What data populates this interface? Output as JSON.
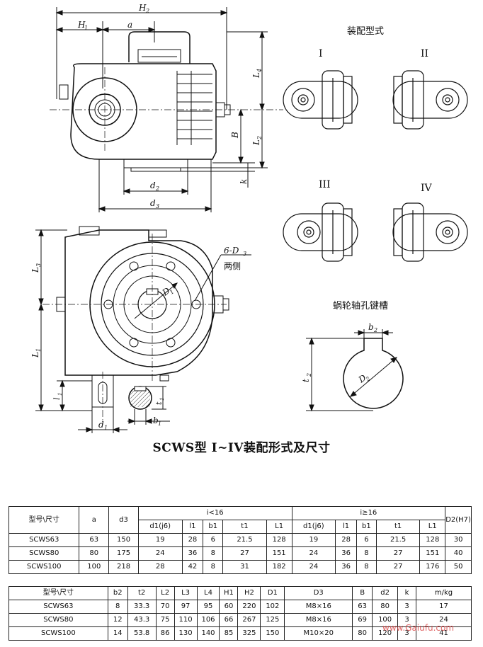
{
  "labels": {
    "assembly_heading": "装配型式",
    "keyway_heading": "蜗轮轴孔键槽",
    "two_sides": "两侧",
    "bolt_holes": "6-D",
    "bolt_holes_sub": "3",
    "roman": [
      "I",
      "II",
      "III",
      "IV"
    ],
    "dims_top": {
      "H2": "H",
      "H2_sub": "2",
      "H1": "H",
      "H1_sub": "1",
      "a": "a",
      "L4": "L",
      "L4_sub": "4",
      "B": "B",
      "L2": "L",
      "L2_sub": "2",
      "k": "k",
      "d2": "d",
      "d2_sub": "2",
      "d3": "d",
      "d3_sub": "3"
    },
    "dims_side": {
      "L3": "L",
      "L3_sub": "3",
      "L1": "L",
      "L1_sub": "1",
      "l1": "l",
      "l1_sub": "1",
      "t1": "t",
      "t1_sub": "1",
      "b1": "b",
      "b1_sub": "1",
      "d1": "d",
      "d1_sub": "1",
      "D1": "D",
      "D1_sub": "1"
    },
    "dims_key": {
      "b2": "b",
      "b2_sub": "2",
      "t2": "t",
      "t2_sub": "2",
      "D2": "D",
      "D2_sub": "2"
    }
  },
  "caption": "SCWS型 I~IV装配形式及尺寸",
  "table1": {
    "h_model": "型号\\尺寸",
    "h_a": "a",
    "h_d3": "d3",
    "h_group1": "i<16",
    "h_group2": "i≥16",
    "h_d2": "D2(H7)",
    "sub": [
      "d1(j6)",
      "l1",
      "b1",
      "t1",
      "L1"
    ],
    "rows": [
      {
        "model": "SCWS63",
        "a": "63",
        "d3": "150",
        "g1": [
          "19",
          "28",
          "6",
          "21.5",
          "128"
        ],
        "g2": [
          "19",
          "28",
          "6",
          "21.5",
          "128"
        ],
        "d2": "30"
      },
      {
        "model": "SCWS80",
        "a": "80",
        "d3": "175",
        "g1": [
          "24",
          "36",
          "8",
          "27",
          "151"
        ],
        "g2": [
          "24",
          "36",
          "8",
          "27",
          "151"
        ],
        "d2": "40"
      },
      {
        "model": "SCWS100",
        "a": "100",
        "d3": "218",
        "g1": [
          "28",
          "42",
          "8",
          "31",
          "182"
        ],
        "g2": [
          "24",
          "36",
          "8",
          "27",
          "176"
        ],
        "d2": "50"
      }
    ]
  },
  "table2": {
    "headers": [
      "型号\\尺寸",
      "b2",
      "t2",
      "L2",
      "L3",
      "L4",
      "H1",
      "H2",
      "D1",
      "D3",
      "B",
      "d2",
      "k",
      "m/kg"
    ],
    "rows": [
      [
        "SCWS63",
        "8",
        "33.3",
        "70",
        "97",
        "95",
        "60",
        "220",
        "102",
        "M8×16",
        "63",
        "80",
        "3",
        "17"
      ],
      [
        "SCWS80",
        "12",
        "43.3",
        "75",
        "110",
        "106",
        "66",
        "267",
        "125",
        "M8×16",
        "69",
        "100",
        "3",
        "24"
      ],
      [
        "SCWS100",
        "14",
        "53.8",
        "86",
        "130",
        "140",
        "85",
        "325",
        "150",
        "M10×20",
        "80",
        "120",
        "3",
        "41"
      ]
    ]
  },
  "watermark": "www.Gaiufu.com"
}
